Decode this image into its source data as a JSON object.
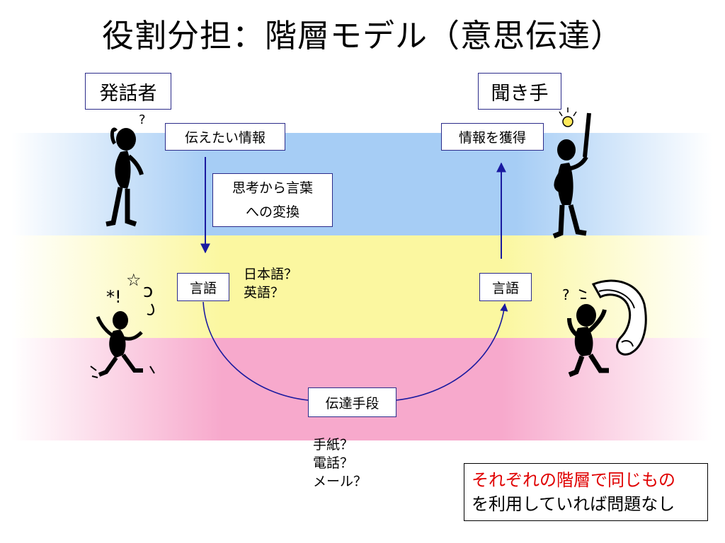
{
  "title": "役割分担：階層モデル（意思伝達）",
  "roles": {
    "speaker": "発話者",
    "listener": "聞き手"
  },
  "boxes": {
    "want_to_convey": "伝えたい情報",
    "thought_to_words_line1": "思考から言葉",
    "thought_to_words_line2": "への変換",
    "acquire_info": "情報を獲得",
    "language_left": "言語",
    "language_right": "言語",
    "medium": "伝達手段"
  },
  "language_options": [
    "日本語？",
    "英語？"
  ],
  "medium_options": [
    "手紙？",
    "電話？",
    "メール？"
  ],
  "note": {
    "line1": "それぞれの階層で同じもの",
    "line2": "を利用していれば問題なし"
  },
  "bands": [
    {
      "layer": "information",
      "color": "#a6cdf5"
    },
    {
      "layer": "language",
      "color": "#fbf7a0"
    },
    {
      "layer": "medium",
      "color": "#f7a9cc"
    }
  ],
  "colors": {
    "box_border": "#2b2b8a",
    "arrow": "#1a1aa0",
    "note_red": "#e00000"
  },
  "icons": [
    "thinking-figure-icon",
    "lightbulb-figure-icon",
    "frustrated-figure-icon",
    "phone-figure-icon"
  ]
}
